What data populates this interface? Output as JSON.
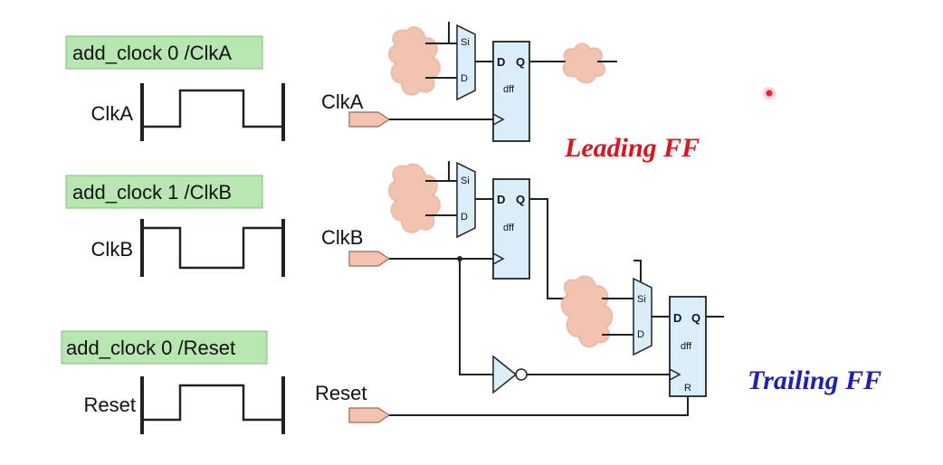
{
  "constraints": [
    {
      "command": "add_clock 0 /ClkA",
      "signal": "ClkA"
    },
    {
      "command": "add_clock 1 /ClkB",
      "signal": "ClkB"
    },
    {
      "command": "add_clock 0 /Reset",
      "signal": "Reset"
    }
  ],
  "inputs": {
    "clka": "ClkA",
    "clkb": "ClkB",
    "reset": "Reset"
  },
  "flops": {
    "leading": {
      "d": "D",
      "q": "Q",
      "name": "dff"
    },
    "middle": {
      "d": "D",
      "q": "Q",
      "name": "dff"
    },
    "trailing": {
      "d": "D",
      "q": "Q",
      "name": "dff",
      "r": "R"
    }
  },
  "mux_pins": {
    "si": "Si",
    "d": "D"
  },
  "annotations": {
    "leading": "Leading FF",
    "trailing": "Trailing FF"
  },
  "colors": {
    "constraint_box": "#b8e6b0",
    "flop_fill": "#d9eef8",
    "cloud_fill": "#f2c4b0",
    "port_fill": "#f2c4b0",
    "leading_text": "#e0121e",
    "trailing_text": "#1f1fb8",
    "cursor_dot": "#e8203a"
  }
}
